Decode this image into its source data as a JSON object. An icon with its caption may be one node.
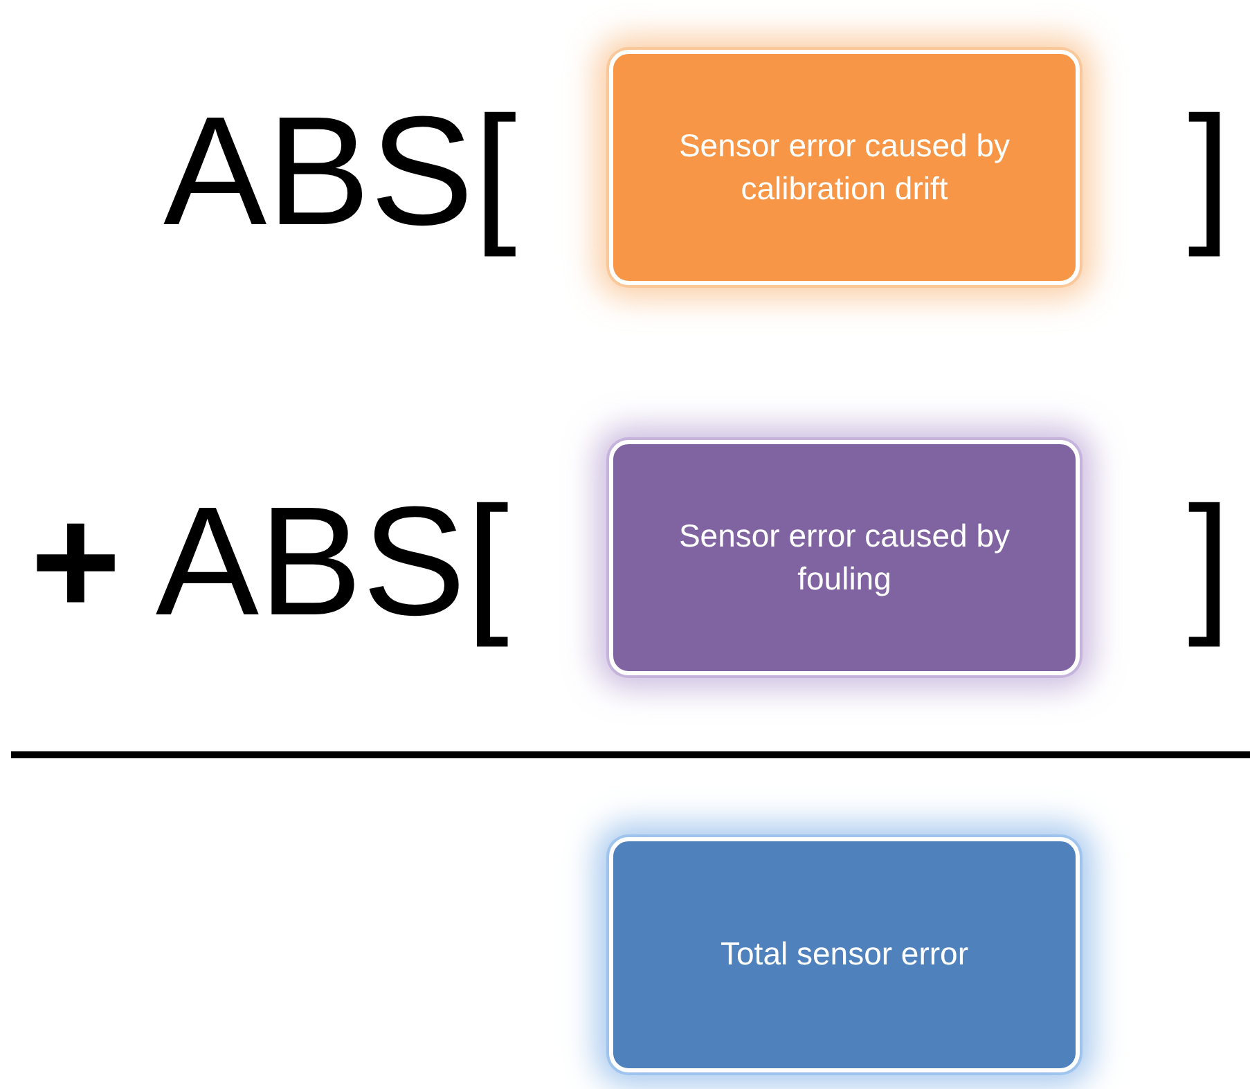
{
  "diagram": {
    "nodes": [
      {
        "text": [
          "Sensor error caused by calibration drift"
        ]
      },
      {
        "text": [
          "Sensor error caused by fouling"
        ]
      },
      {
        "text": [
          "Total sensor error"
        ]
      }
    ],
    "labels": [
      "ABS[",
      "]",
      "**+** ABS[",
      "]"
    ]
  }
}
